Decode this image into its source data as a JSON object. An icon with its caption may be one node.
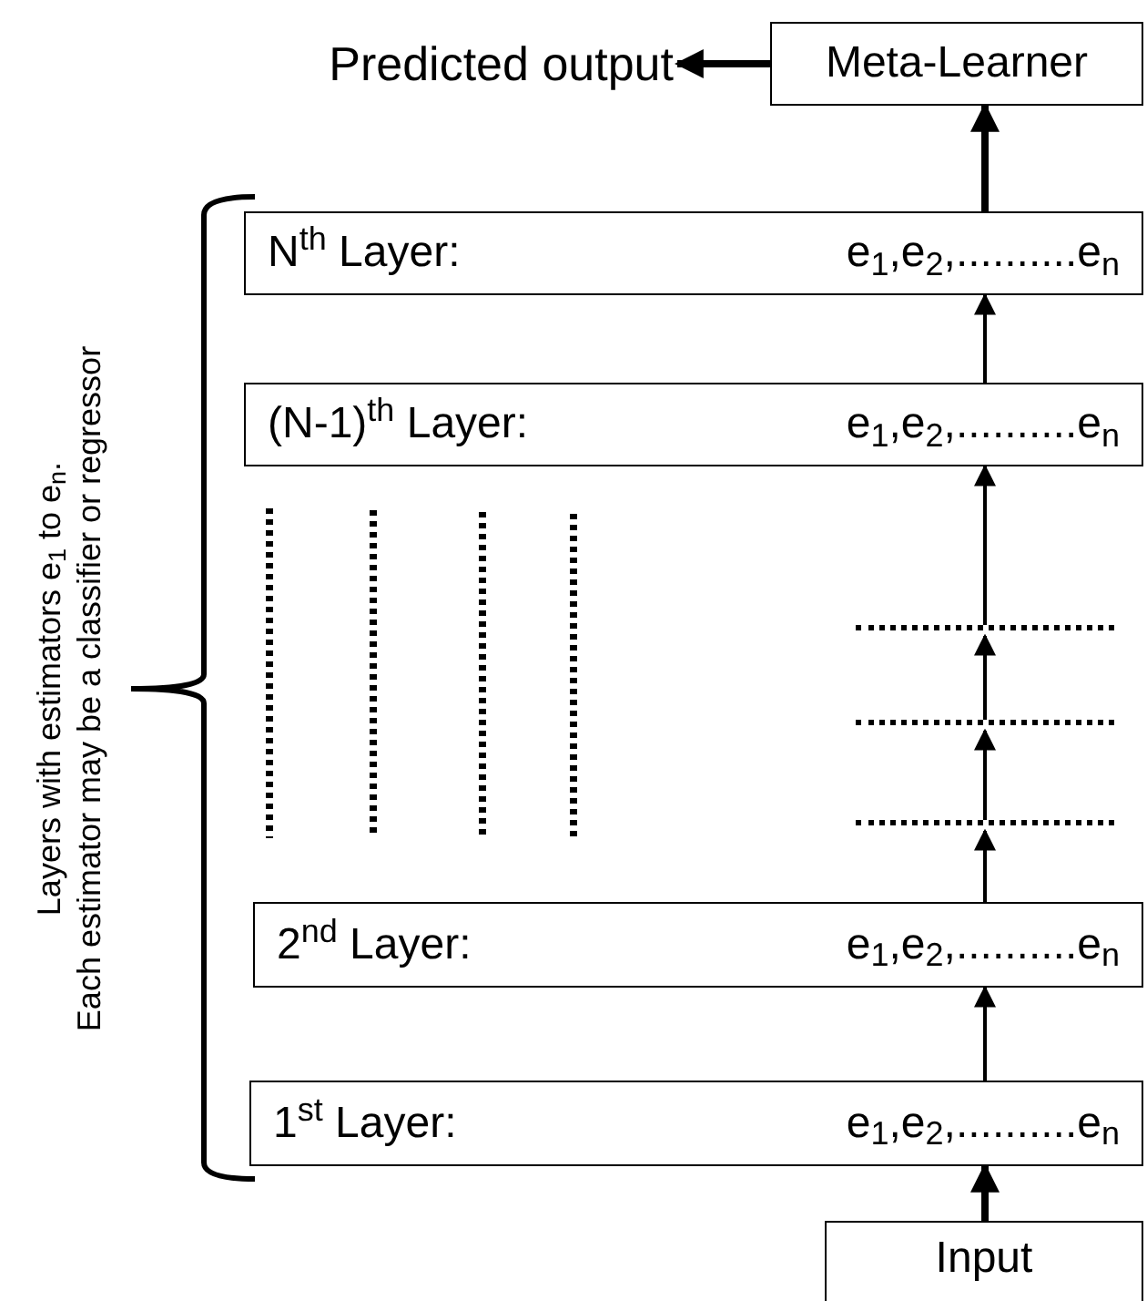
{
  "diagram": {
    "nodes": [
      {
        "text": [
          "Meta-Learner"
        ]
      },
      {
        "text": [
          "Predicted output"
        ]
      },
      {
        "text": [
          "N$^{th}$ Layer:",
          "e$_{1}$,e$_{2}$,..........e$_{n}$"
        ]
      },
      {
        "text": [
          "(N-1)$^{th}$ Layer:",
          "e$_{1}$,e$_{2}$,..........e$_{n}$"
        ]
      },
      {
        "text": [],
        "shape": "line"
      },
      {
        "text": [],
        "shape": "line"
      },
      {
        "text": [],
        "shape": "line"
      },
      {
        "text": [
          "2$^{nd}$ Layer:",
          "e$_{1}$,e$_{2}$,..........e$_{n}$"
        ]
      },
      {
        "text": [
          "1$^{st}$ Layer:",
          "e$_{1}$,e$_{2}$,..........e$_{n}$"
        ]
      },
      {
        "text": [
          "Input"
        ]
      }
    ],
    "edges": [
      {
        "from": 0,
        "to": 1,
        "arrow": "to",
        "style": "thick"
      },
      {
        "from": 2,
        "to": 0,
        "arrow": "to",
        "style": "thick"
      },
      {
        "from": 3,
        "to": 2,
        "arrow": "to"
      },
      {
        "from": 4,
        "to": 3,
        "arrow": "to"
      },
      {
        "from": 5,
        "to": 4,
        "arrow": "to"
      },
      {
        "from": 6,
        "to": 5,
        "arrow": "to"
      },
      {
        "from": 7,
        "to": 6,
        "arrow": "to"
      },
      {
        "from": 8,
        "to": 7,
        "arrow": "to"
      },
      {
        "from": 9,
        "to": 8,
        "arrow": "to",
        "style": "thick"
      }
    ],
    "labels": [
      "Layers with estimators e$_{1}$ to e$_{n}$.",
      "Each estimator may be a classifier or regressor"
    ]
  }
}
